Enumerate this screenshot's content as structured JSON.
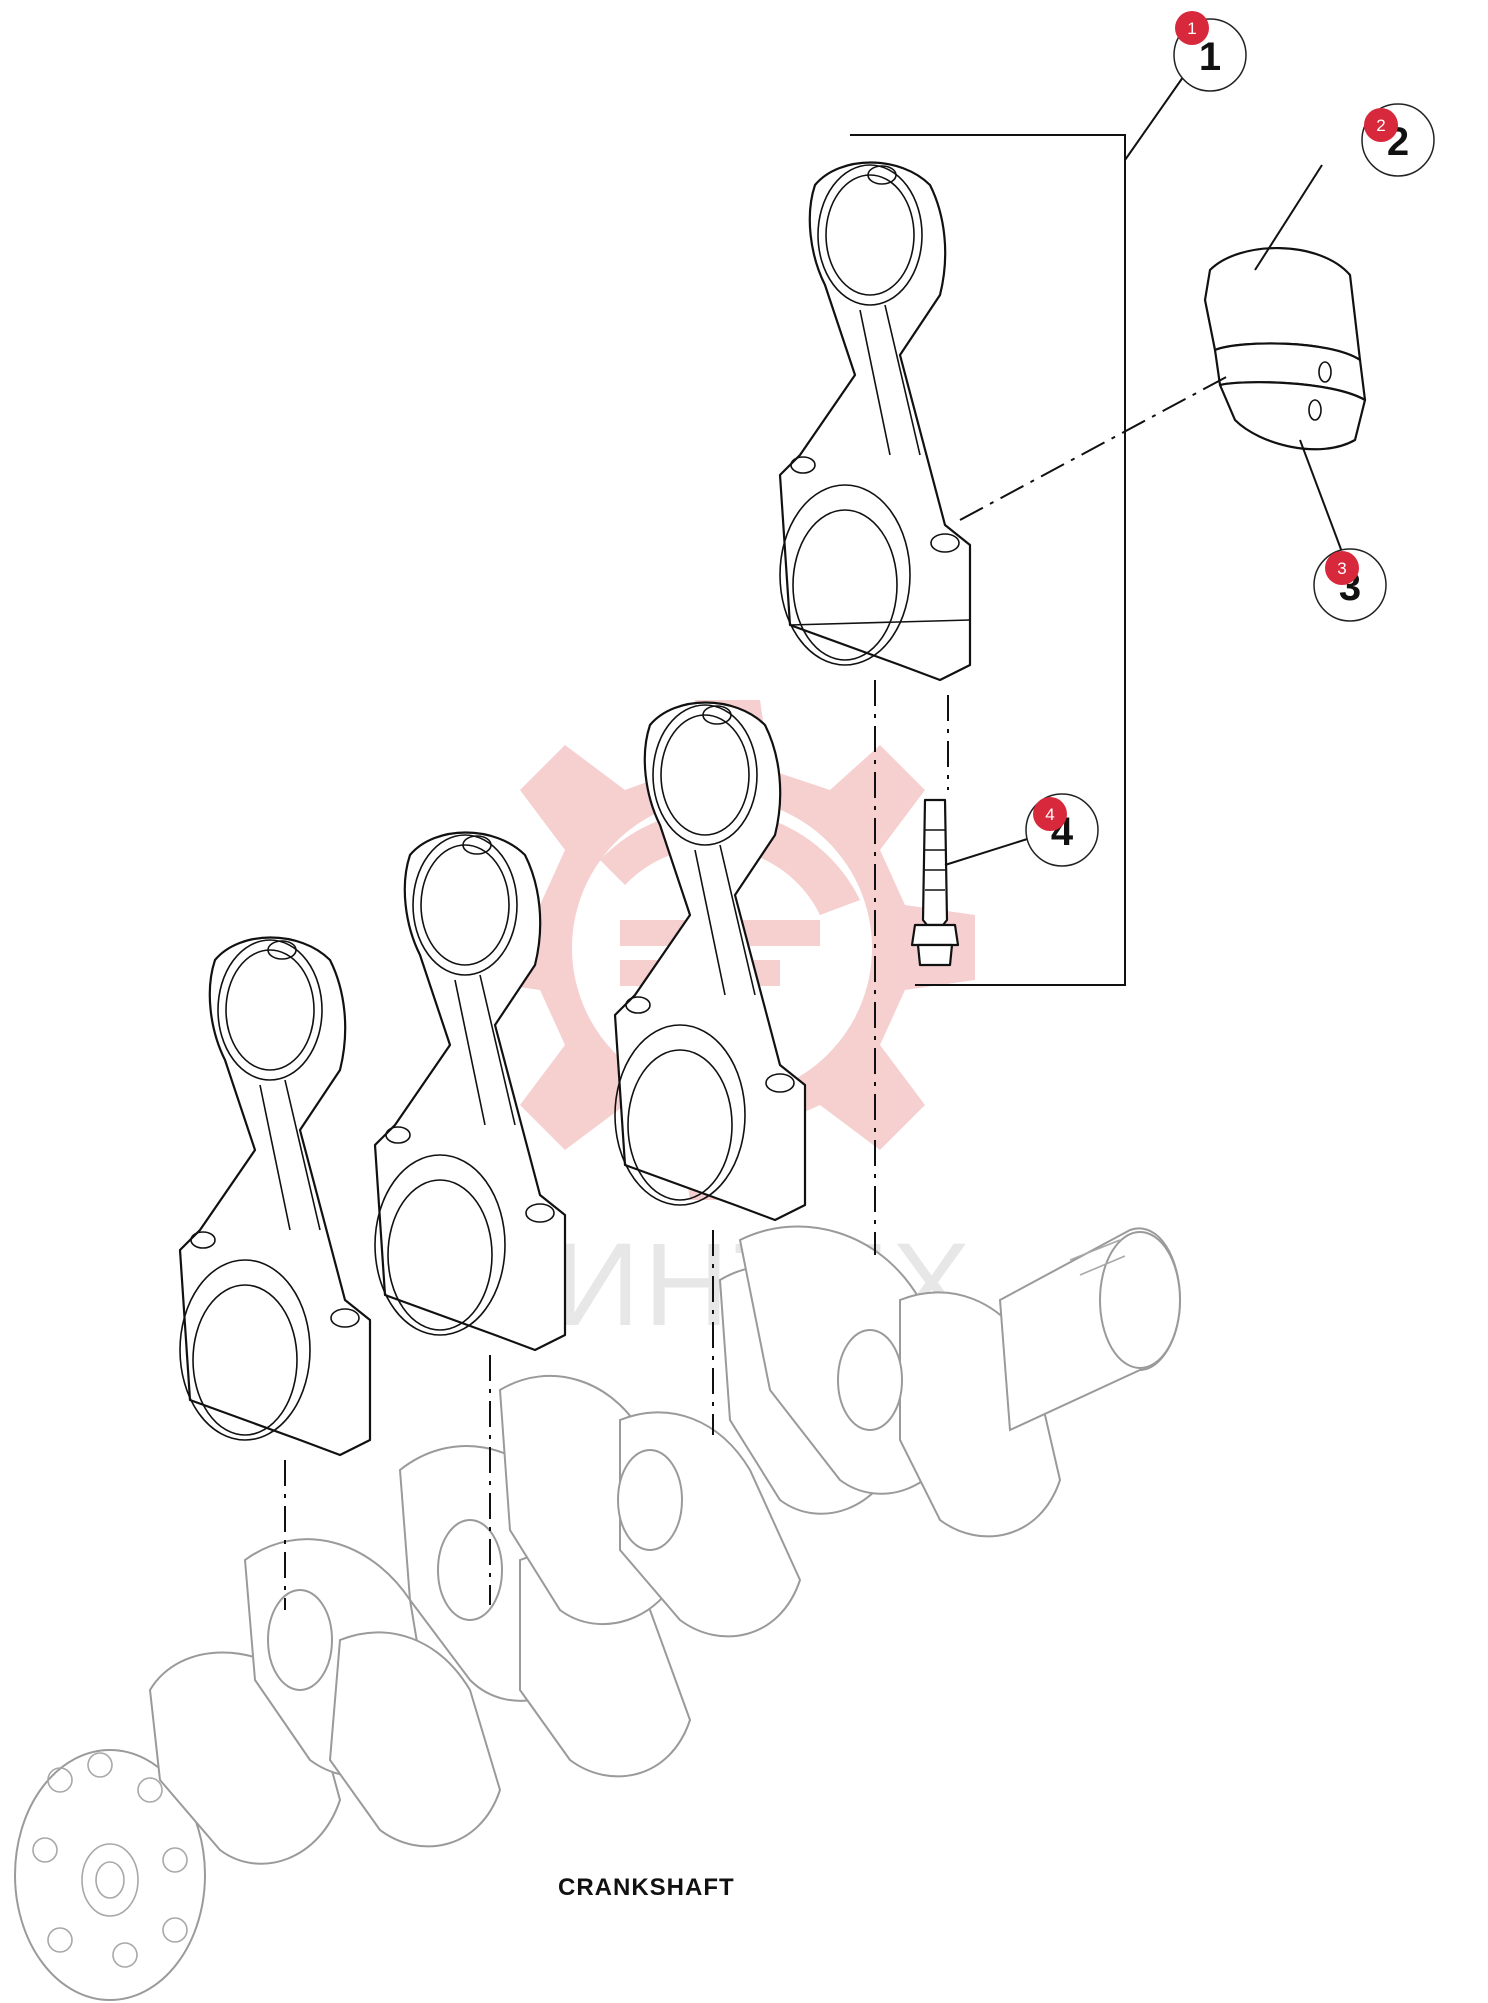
{
  "caption": "CRANKSHAFT",
  "watermark_text": "ИНТЕХ",
  "callouts": [
    {
      "number": "1",
      "badge": "1"
    },
    {
      "number": "2",
      "badge": "2"
    },
    {
      "number": "3",
      "badge": "3"
    },
    {
      "number": "4",
      "badge": "4"
    }
  ],
  "colors": {
    "badge": "#d8283c",
    "watermark": "#f3c0c0",
    "line": "#111111"
  }
}
